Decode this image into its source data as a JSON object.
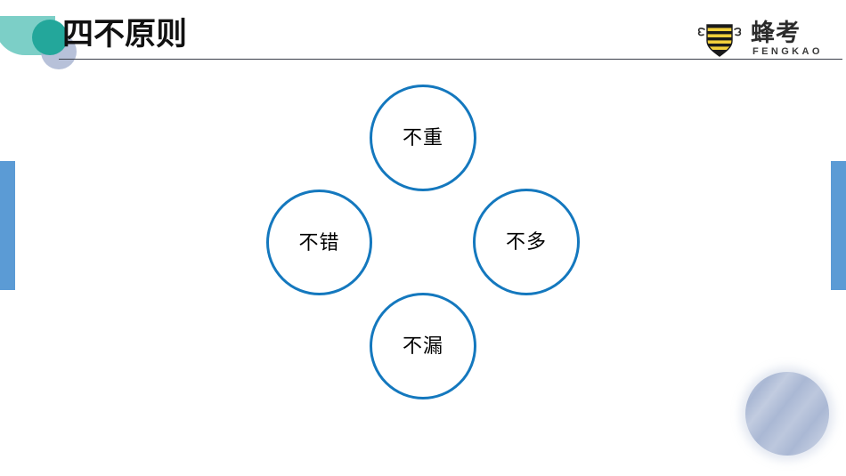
{
  "slide": {
    "title": "四不原则",
    "background_color": "#ffffff"
  },
  "decorations": {
    "teal_rect_color": "#7ccfc7",
    "teal_circle_color": "#23a79b",
    "bluegrey_circle_color": "#aab6d2",
    "side_bar_color": "#5b9bd5",
    "soft_circle_color": "#aab8d4",
    "rule_color": "#3a3f4a"
  },
  "logo": {
    "mark_name": "bee-shield-logo",
    "wordmark_cn": "蜂考",
    "wordmark_en": "FENGKAO",
    "stripe_color": "#f2d03b",
    "stripe_dark": "#1a1a1a"
  },
  "diagram": {
    "type": "diamond-cluster",
    "accent_color": "#1478be",
    "nodes": [
      {
        "position": "top",
        "label": "不重"
      },
      {
        "position": "left",
        "label": "不错"
      },
      {
        "position": "right",
        "label": "不多"
      },
      {
        "position": "bottom",
        "label": "不漏"
      }
    ]
  }
}
